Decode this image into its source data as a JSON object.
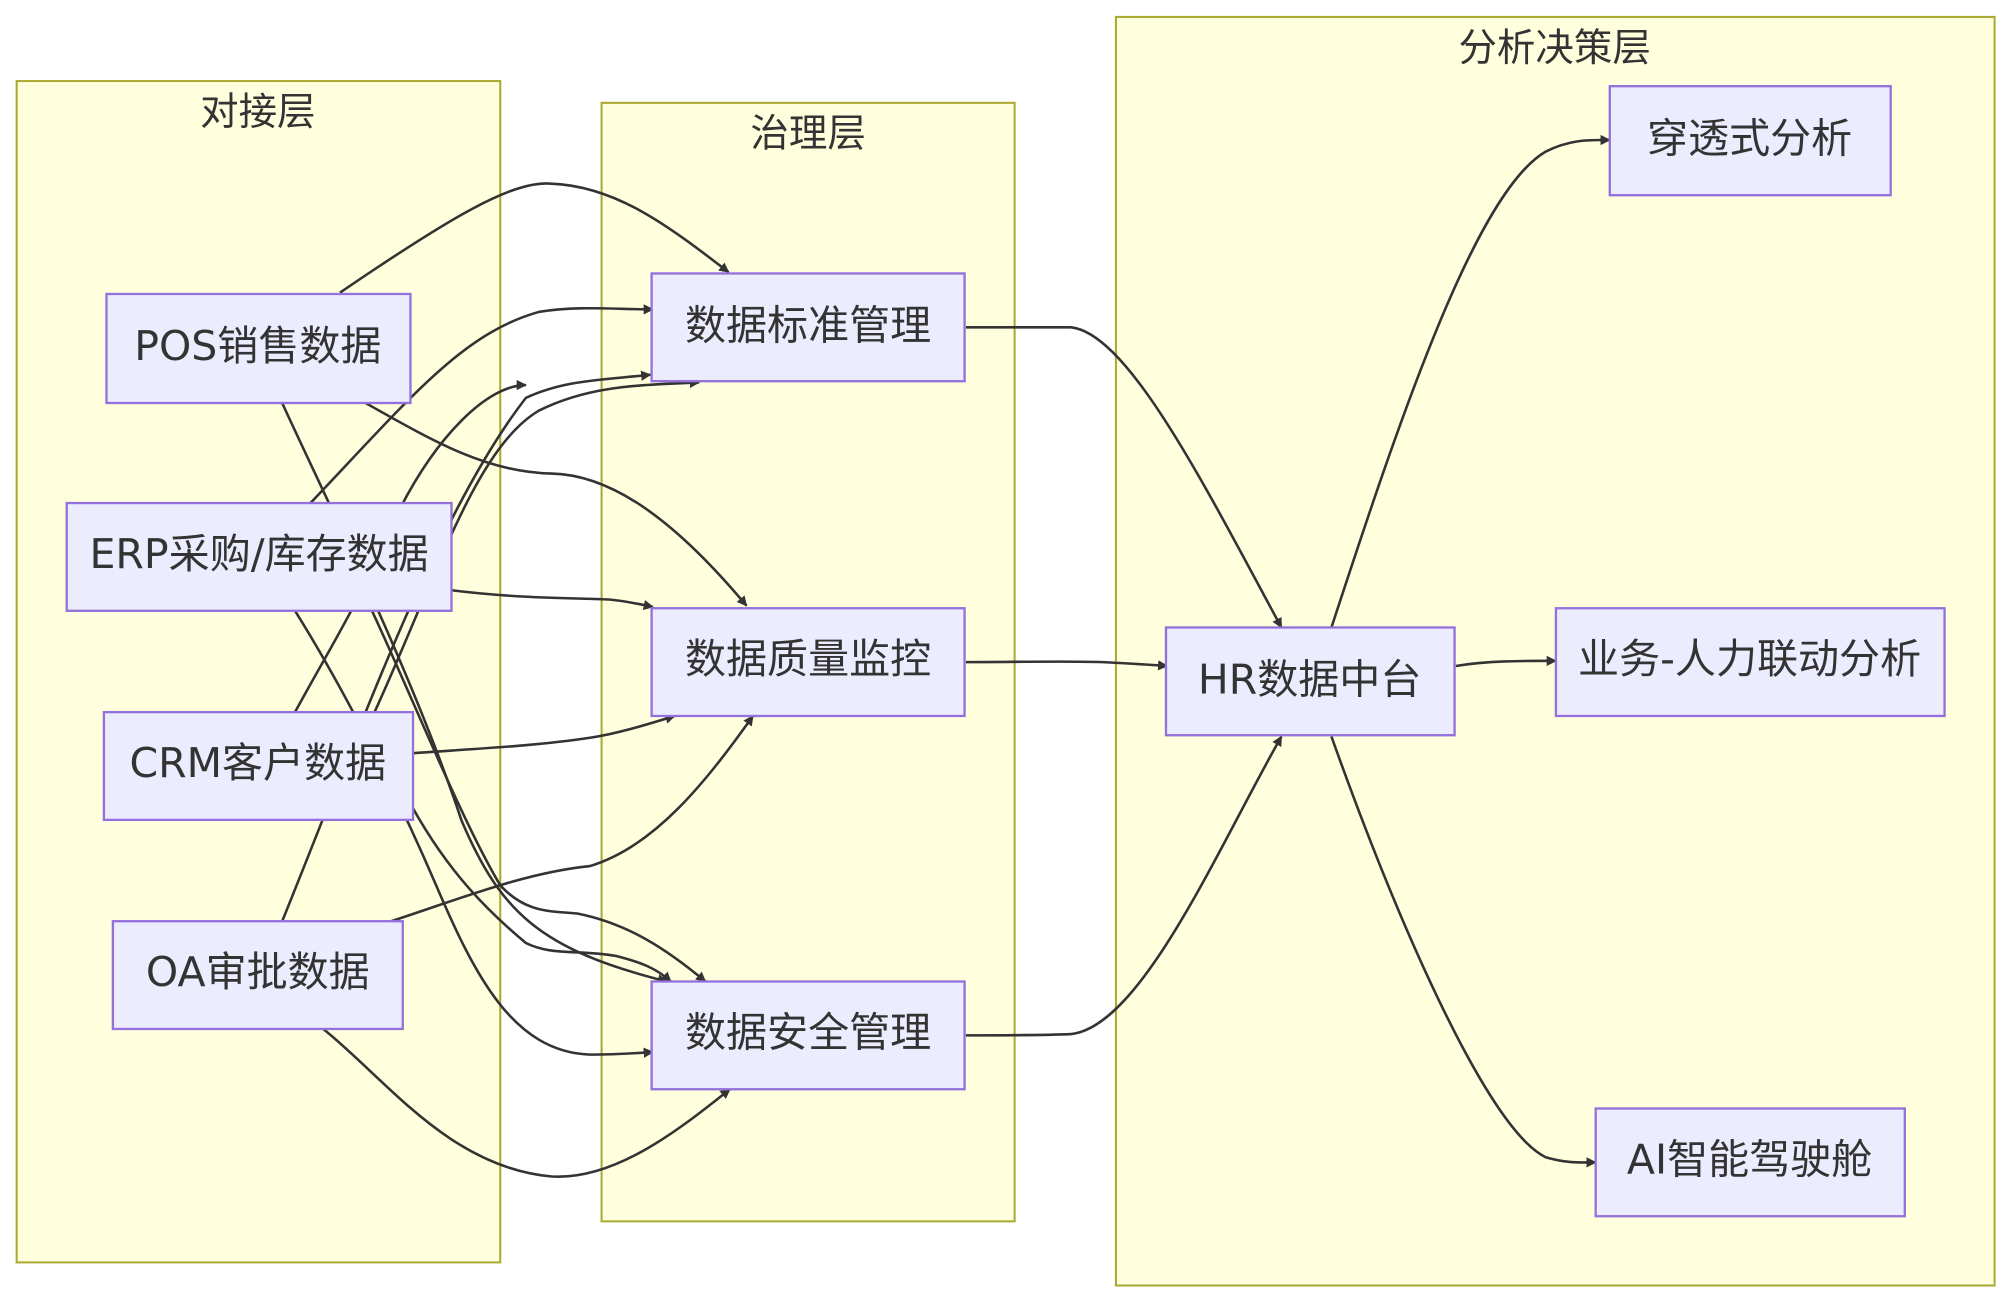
{
  "clusters": {
    "access": {
      "label": "对接层"
    },
    "governance": {
      "label": "治理层"
    },
    "analysis": {
      "label": "分析决策层"
    }
  },
  "nodes": {
    "pos": {
      "label": "POS销售数据"
    },
    "erp": {
      "label": "ERP采购/库存数据"
    },
    "crm": {
      "label": "CRM客户数据"
    },
    "oa": {
      "label": "OA审批数据"
    },
    "std": {
      "label": "数据标准管理"
    },
    "quality": {
      "label": "数据质量监控"
    },
    "security": {
      "label": "数据安全管理"
    },
    "hr": {
      "label": "HR数据中台"
    },
    "penetration": {
      "label": "穿透式分析"
    },
    "linkage": {
      "label": "业务-人力联动分析"
    },
    "ai": {
      "label": "AI智能驾驶舱"
    }
  },
  "edges": [
    {
      "from": "pos",
      "to": "std"
    },
    {
      "from": "pos",
      "to": "quality"
    },
    {
      "from": "pos",
      "to": "security"
    },
    {
      "from": "erp",
      "to": "std"
    },
    {
      "from": "erp",
      "to": "quality"
    },
    {
      "from": "erp",
      "to": "security"
    },
    {
      "from": "crm",
      "to": "std"
    },
    {
      "from": "crm",
      "to": "quality"
    },
    {
      "from": "crm",
      "to": "security"
    },
    {
      "from": "oa",
      "to": "std"
    },
    {
      "from": "oa",
      "to": "quality"
    },
    {
      "from": "oa",
      "to": "security"
    },
    {
      "from": "std",
      "to": "hr"
    },
    {
      "from": "quality",
      "to": "hr"
    },
    {
      "from": "security",
      "to": "hr"
    },
    {
      "from": "hr",
      "to": "penetration"
    },
    {
      "from": "hr",
      "to": "linkage"
    },
    {
      "from": "hr",
      "to": "ai"
    }
  ],
  "colors": {
    "cluster_fill": "#ffffde",
    "cluster_stroke": "#aaaa33",
    "node_fill": "#ececff",
    "node_stroke": "#9370db",
    "edge": "#333333",
    "text": "#333333"
  }
}
